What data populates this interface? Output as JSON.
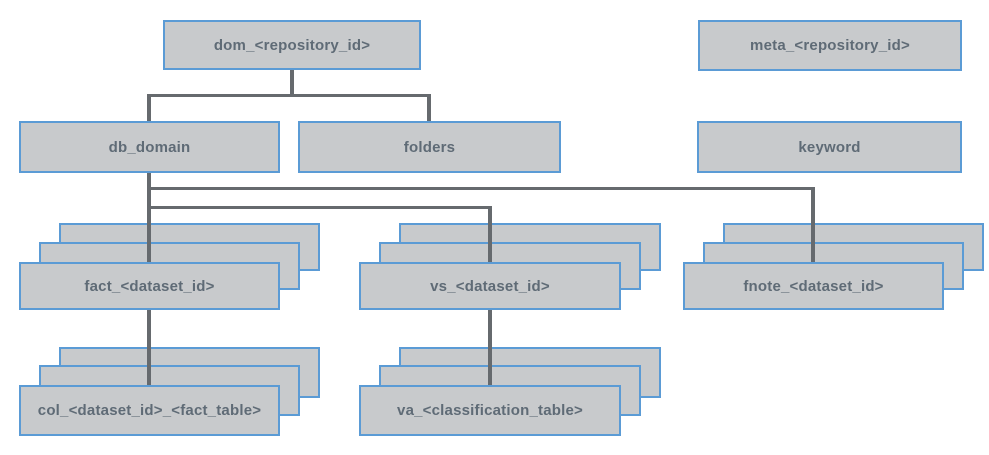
{
  "diagram": {
    "type": "database-schema-hierarchy",
    "nodes": {
      "dom": "dom_<repository_id>",
      "meta": "meta_<repository_id>",
      "db_domain": "db_domain",
      "folders": "folders",
      "keyword": "keyword",
      "fact": "fact_<dataset_id>",
      "vs": "vs_<dataset_id>",
      "fnote": "fnote_<dataset_id>",
      "col": "col_<dataset_id>_<fact_table>",
      "va": "va_<classification_table>"
    },
    "edges": [
      {
        "from": "dom_<repository_id>",
        "to": "db_domain"
      },
      {
        "from": "dom_<repository_id>",
        "to": "folders"
      },
      {
        "from": "db_domain",
        "to": "fact_<dataset_id>"
      },
      {
        "from": "db_domain",
        "to": "vs_<dataset_id>"
      },
      {
        "from": "db_domain",
        "to": "fnote_<dataset_id>"
      },
      {
        "from": "fact_<dataset_id>",
        "to": "col_<dataset_id>_<fact_table>"
      },
      {
        "from": "vs_<dataset_id>",
        "to": "va_<classification_table>"
      }
    ],
    "multi_instance_nodes": [
      "fact",
      "vs",
      "fnote",
      "col",
      "va"
    ],
    "colors": {
      "box_fill": "#c8cacc",
      "box_border": "#5b9bd5",
      "connector": "#666a6e",
      "label_text": "#5f6b76",
      "background": "#ffffff"
    }
  }
}
